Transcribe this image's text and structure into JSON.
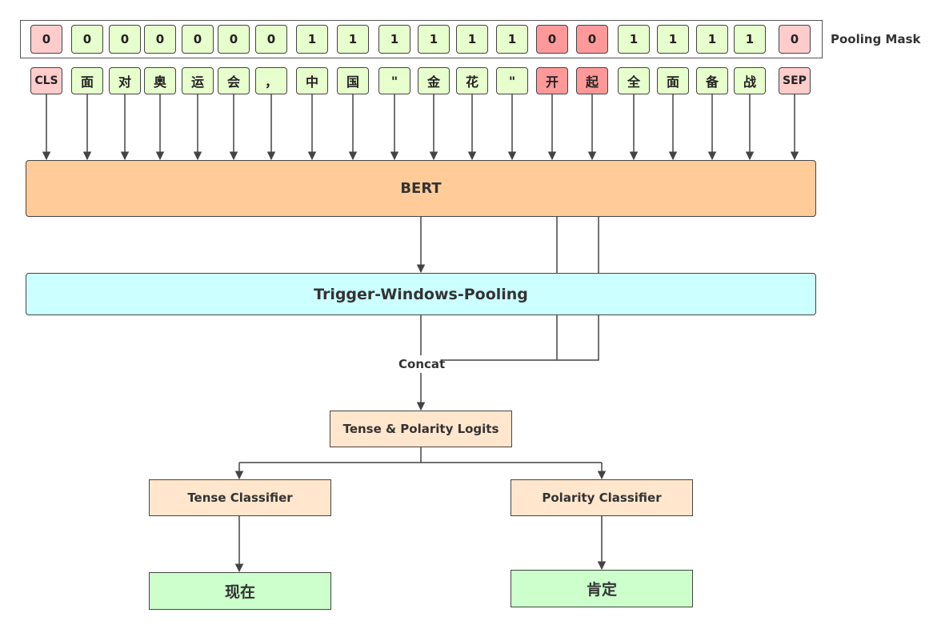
{
  "pooling_mask": {
    "label": "Pooling Mask",
    "values": [
      "0",
      "0",
      "0",
      "0",
      "0",
      "0",
      "0",
      "1",
      "1",
      "1",
      "1",
      "1",
      "1",
      "0",
      "0",
      "1",
      "1",
      "1",
      "1",
      "0"
    ]
  },
  "tokens": [
    "CLS",
    "面",
    "对",
    "奥",
    "运",
    "会",
    "，",
    "中",
    "国",
    "\"",
    "金",
    "花",
    "\"",
    "开",
    "起",
    "全",
    "面",
    "备",
    "战",
    "SEP"
  ],
  "token_colors": [
    "pink",
    "green",
    "green",
    "green",
    "green",
    "green",
    "green",
    "green",
    "green",
    "green",
    "green",
    "green",
    "green",
    "red",
    "red",
    "green",
    "green",
    "green",
    "green",
    "pink"
  ],
  "mask_colors": [
    "pink",
    "green",
    "green",
    "green",
    "green",
    "green",
    "green",
    "green",
    "green",
    "green",
    "green",
    "green",
    "green",
    "red",
    "red",
    "green",
    "green",
    "green",
    "green",
    "pink"
  ],
  "colors": {
    "green": "#e6ffcc",
    "pink": "#ffcccc",
    "red": "#ff9999",
    "bert": "#ffcc99",
    "pooling": "#ccffff",
    "logits": "#ffe6cc",
    "output": "#ccffcc",
    "line": "#444444"
  },
  "bert": {
    "label": "BERT"
  },
  "pooling": {
    "label": "Trigger-Windows-Pooling"
  },
  "concat": {
    "label": "Concat"
  },
  "logits": {
    "label": "Tense & Polarity Logits"
  },
  "tense": {
    "classifier": "Tense Classifier",
    "output": "现在"
  },
  "polarity": {
    "classifier": "Polarity Classifier",
    "output": "肯定"
  }
}
